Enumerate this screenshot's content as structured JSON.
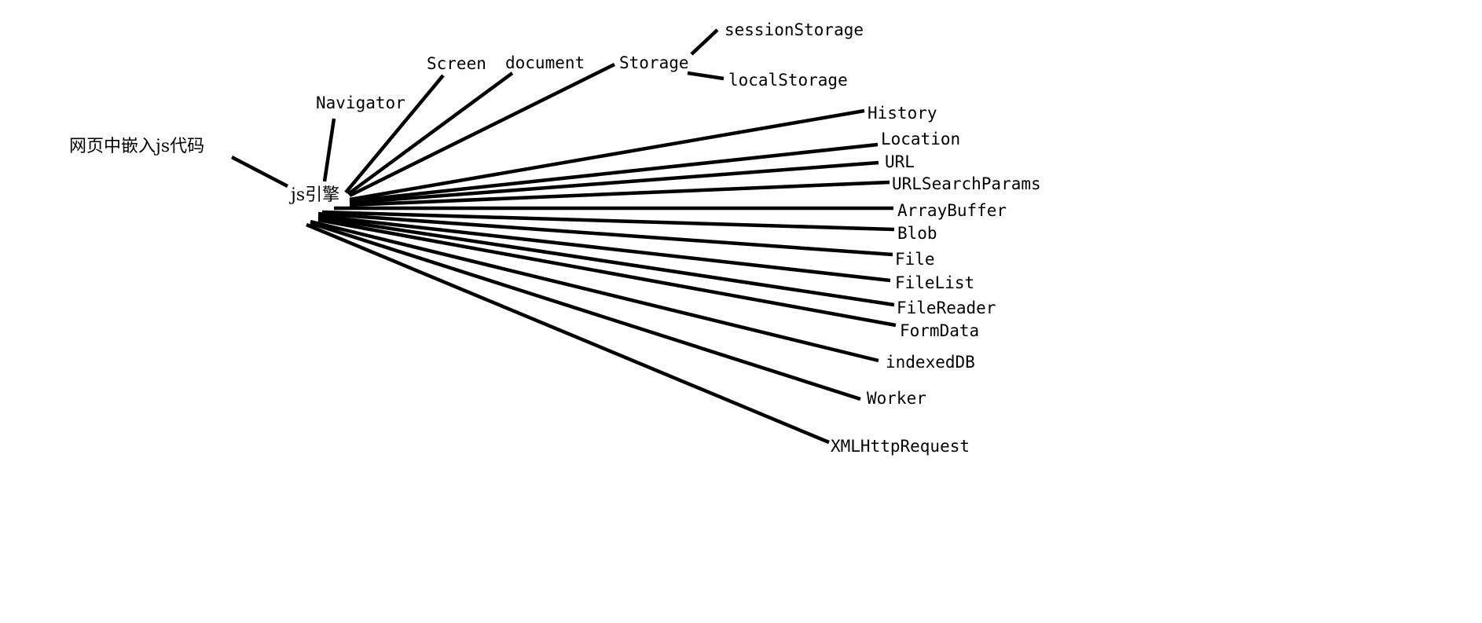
{
  "diagram": {
    "source_label": "网页中嵌入js代码",
    "engine_label": "js引擎",
    "upper_nodes": [
      "Navigator",
      "Screen",
      "document",
      "Storage"
    ],
    "storage_children": [
      "sessionStorage",
      "localStorage"
    ],
    "right_nodes": [
      "History",
      "Location",
      "URL",
      "URLSearchParams",
      "ArrayBuffer",
      "Blob",
      "File",
      "FileList",
      "FileReader",
      "FormData",
      "indexedDB",
      "Worker",
      "XMLHttpRequest"
    ],
    "line_color": "#000000",
    "background": "#ffffff"
  }
}
